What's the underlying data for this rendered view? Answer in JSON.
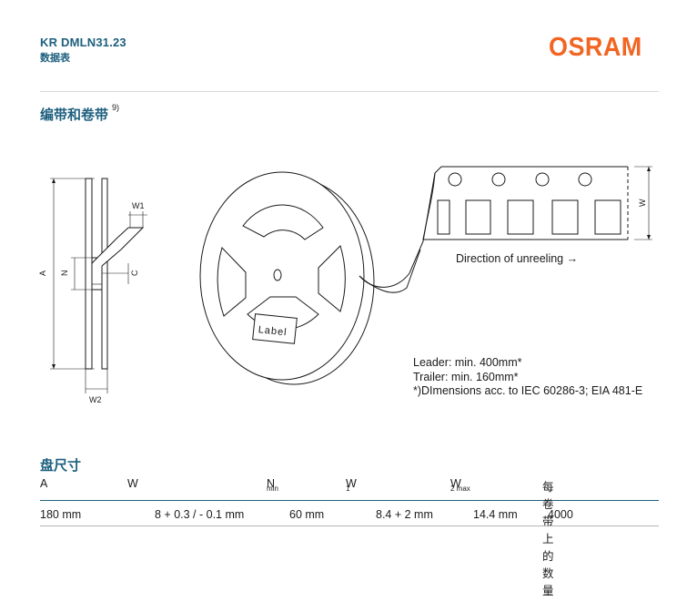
{
  "header": {
    "title": "KR DMLN31.23",
    "subtitle": "数据表",
    "logo_text": "OSRAM",
    "brand_color": "#f26522",
    "heading_color": "#1d5f7e"
  },
  "section_tape": {
    "heading": "编带和卷带",
    "footnote": "9)"
  },
  "drawing": {
    "dimension_labels": [
      "A",
      "N",
      "C",
      "W1",
      "W2",
      "W"
    ],
    "reel_label": "Label",
    "unreel_text": "Direction of unreeling →"
  },
  "notes": {
    "leader": "Leader: min. 400mm*",
    "trailer": "Trailer:  min. 160mm*",
    "dimensions": "*)DImensions acc. to IEC 60286-3; EIA 481-E"
  },
  "section_reel": {
    "heading": "盘尺寸"
  },
  "table": {
    "columns": [
      {
        "label": "A",
        "sub": ""
      },
      {
        "label": "W",
        "sub": ""
      },
      {
        "label": "N",
        "sub": "min"
      },
      {
        "label": "W",
        "sub": "1"
      },
      {
        "label": "W",
        "sub": "2 max"
      },
      {
        "label": "每卷带上的数量",
        "sub": ""
      }
    ],
    "row": [
      "180 mm",
      "8 + 0.3 / - 0.1 mm",
      "60 mm",
      "8.4 + 2 mm",
      "14.4 mm",
      "4000"
    ]
  }
}
